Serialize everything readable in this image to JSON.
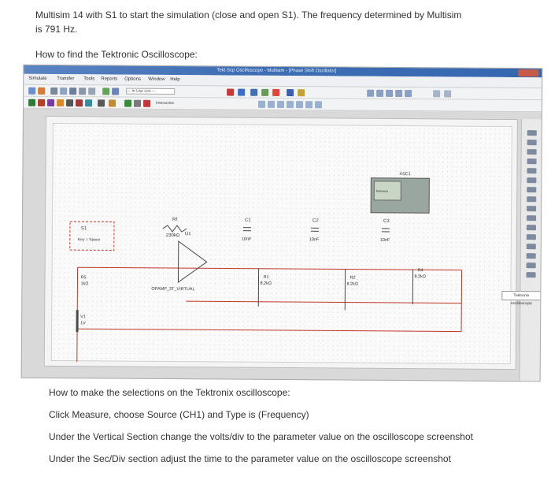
{
  "intro": {
    "line1": "Multisim 14 with S1 to start the simulation (close and open S1). The frequency determined by Multisim",
    "line2": "is 791 Hz.",
    "question": "How to find the Tektronic Oscilloscope:"
  },
  "app": {
    "title_partial": "Tekt Scp Oscilloscope - Multisim - [Phase Shift Oscillator]",
    "menu": [
      "Simulate",
      "Transfer",
      "Tools",
      "Reports",
      "Options",
      "Window",
      "Help"
    ],
    "in_use_list": "--- In Use List ---",
    "interactive": "Interactive",
    "side_tab": "Tektronix oscilloscope"
  },
  "circuit": {
    "switch_label": "S1",
    "switch_key": "Key = Space",
    "r5_label": "R5",
    "r5_value": "1kΩ",
    "rf_label": "Rf",
    "rf_value": "230kΩ",
    "u1_label": "U1",
    "u1_type": "OPAMP_3T_VIRTUAL",
    "v1_label": "V1",
    "v1_value": "1V",
    "c1_label": "C1",
    "c1_value": "10nF",
    "c2_label": "C2",
    "c2_value": "10nF",
    "c3_label": "C3",
    "c3_value": "10nF",
    "r1_label": "R1",
    "r1_value": "8.2kΩ",
    "r2_label": "R2",
    "r2_value": "8.2kΩ",
    "r4_label": "R4",
    "r4_value": "8.2kΩ",
    "scope_label": "XSC1",
    "scope_brand": "Tektronix"
  },
  "instructions": {
    "heading": "How to make the selections on the Tektronix oscilloscope:",
    "step1": "Click Measure, choose Source (CH1) and Type is (Frequency)",
    "step2": "Under the Vertical Section change the volts/div to the parameter value on the oscilloscope screenshot",
    "step3": "Under the Sec/Div section adjust the time to the parameter value on the oscilloscope screenshot"
  },
  "colors": {
    "wire": "#c0392b",
    "component": "#4a4a4a",
    "titlebar": "#3f6fb5"
  }
}
